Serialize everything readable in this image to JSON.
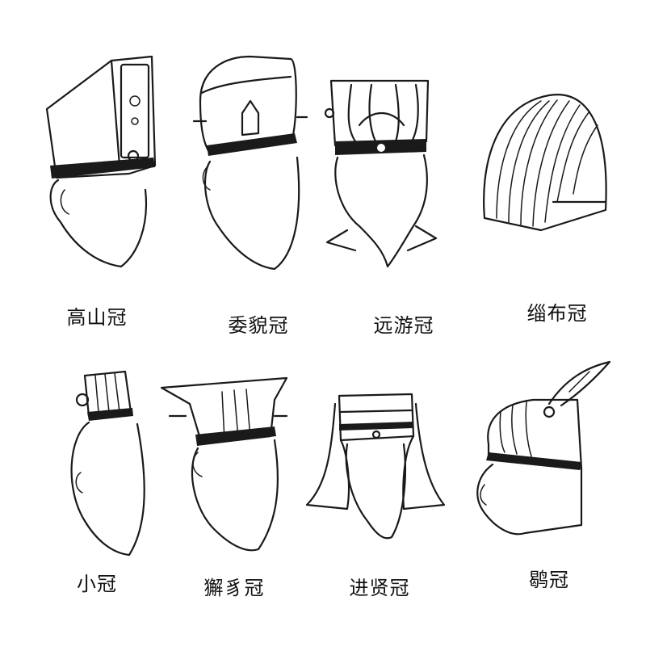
{
  "hats": [
    {
      "label": "高山冠"
    },
    {
      "label": "委貌冠"
    },
    {
      "label": "远游冠"
    },
    {
      "label": "缁布冠"
    },
    {
      "label": "小冠"
    },
    {
      "label": "獬豸冠"
    },
    {
      "label": "进贤冠"
    },
    {
      "label": "鹖冠"
    }
  ],
  "colors": {
    "ink": "#1a1a1a",
    "background": "#ffffff"
  }
}
